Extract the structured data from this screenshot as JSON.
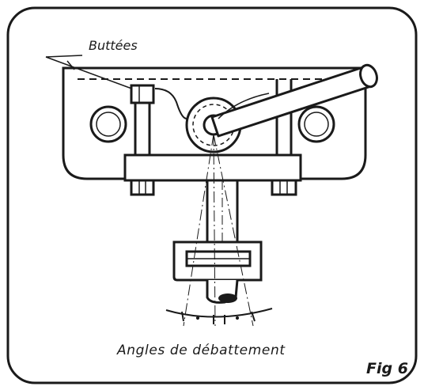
{
  "figure": {
    "label_stops": "Buttées",
    "label_angles": "Angles de débattement",
    "fig_number": "Fig 6"
  },
  "colors": {
    "ink": "#1a1a1a",
    "paper": "#ffffff"
  }
}
